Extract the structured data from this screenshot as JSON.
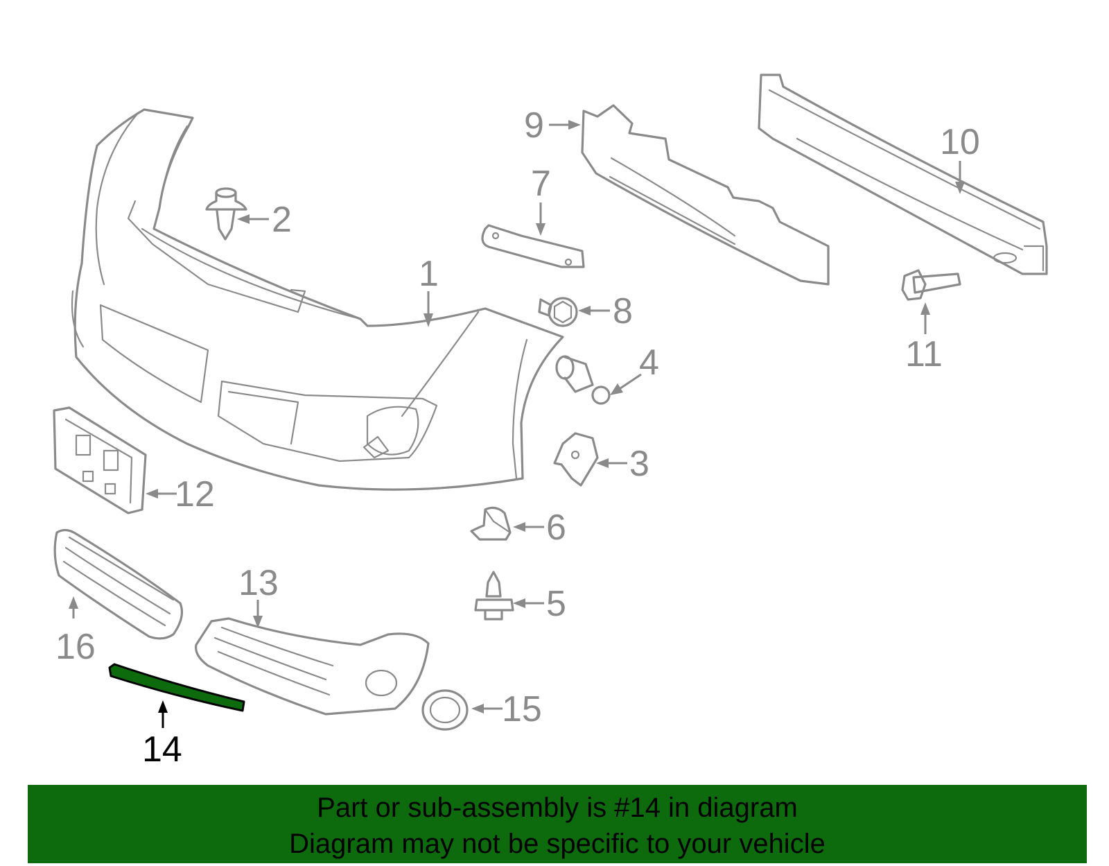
{
  "diagram": {
    "highlight_color": "#0d6b0d",
    "highlighted_part": "14",
    "callouts": [
      "1",
      "2",
      "3",
      "4",
      "5",
      "6",
      "7",
      "8",
      "9",
      "10",
      "11",
      "12",
      "13",
      "14",
      "15",
      "16"
    ]
  },
  "banner": {
    "line1": "Part or sub-assembly is #14 in diagram",
    "line2": "Diagram may not be specific to your vehicle",
    "background": "#0d6b0d"
  }
}
